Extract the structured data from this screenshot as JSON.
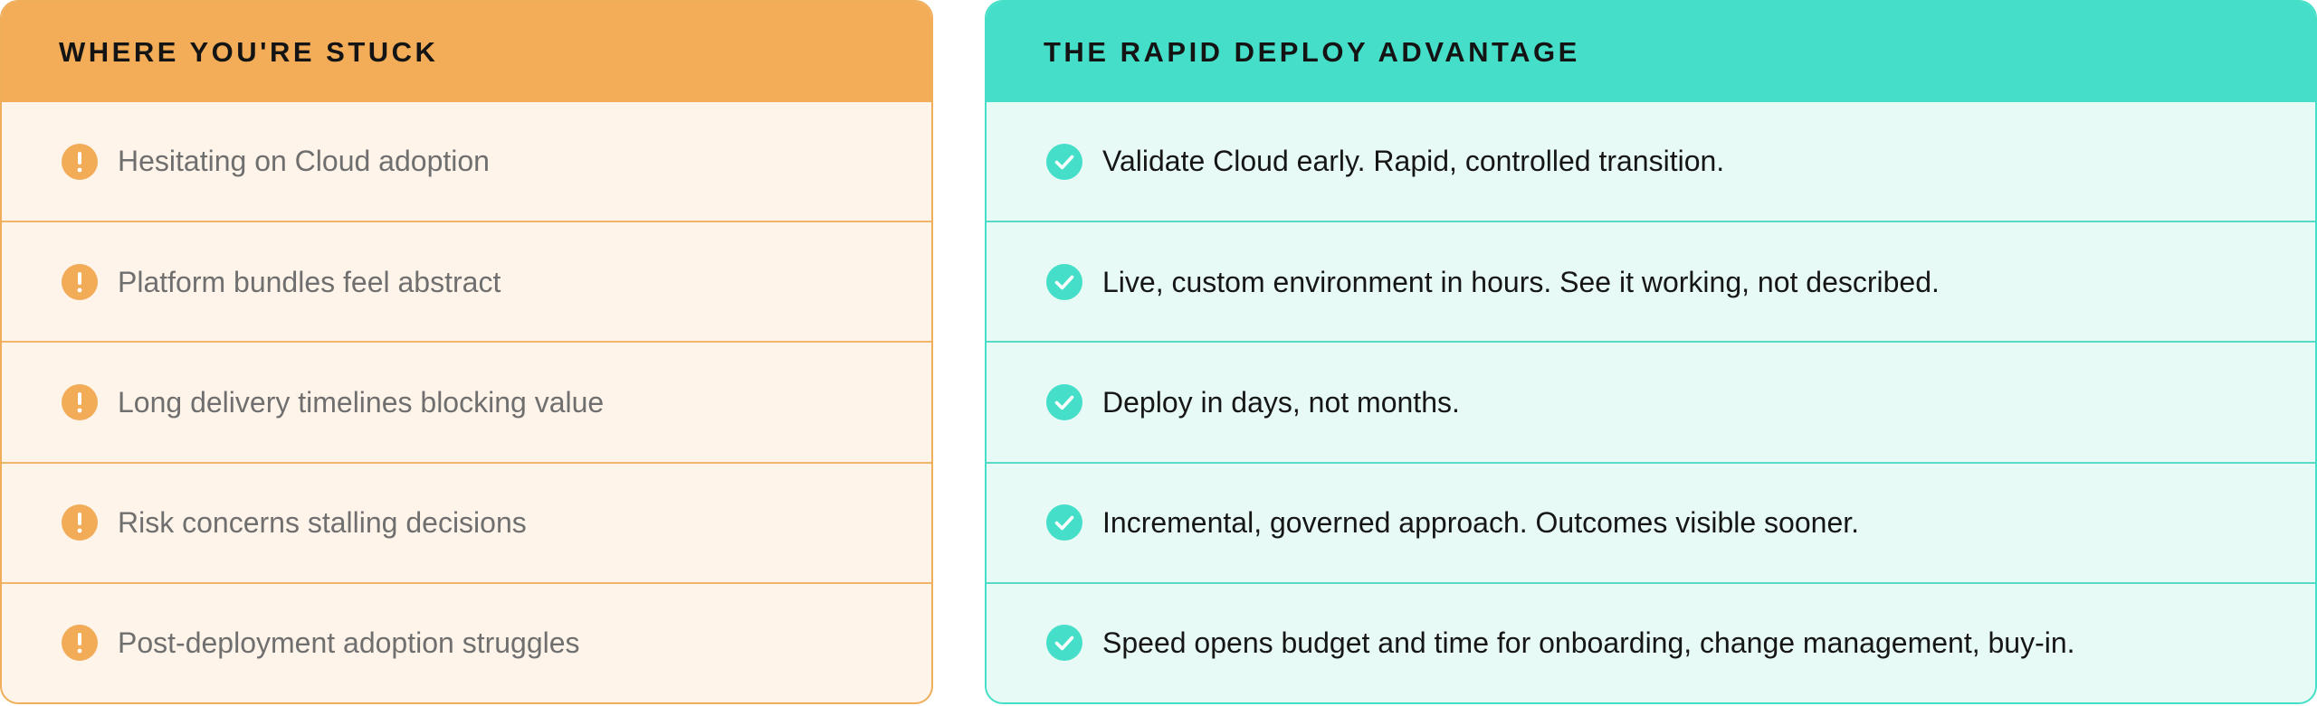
{
  "stuck": {
    "title": "WHERE YOU'RE STUCK",
    "icon": "exclamation-circle-icon",
    "accent": "#f3ad59",
    "items": [
      {
        "label": "Hesitating on Cloud adoption"
      },
      {
        "label": "Platform bundles feel abstract"
      },
      {
        "label": "Long delivery timelines blocking value"
      },
      {
        "label": "Risk concerns stalling decisions"
      },
      {
        "label": "Post-deployment adoption struggles"
      }
    ]
  },
  "advantage": {
    "title": "THE RAPID DEPLOY ADVANTAGE",
    "icon": "check-circle-icon",
    "accent": "#45dfc9",
    "items": [
      {
        "label": "Validate Cloud early. Rapid, controlled transition."
      },
      {
        "label": "Live, custom environment in hours. See it working, not described."
      },
      {
        "label": "Deploy in days, not months."
      },
      {
        "label": "Incremental, governed approach. Outcomes visible sooner."
      },
      {
        "label": "Speed opens budget and time for onboarding, change management, buy-in."
      }
    ]
  }
}
